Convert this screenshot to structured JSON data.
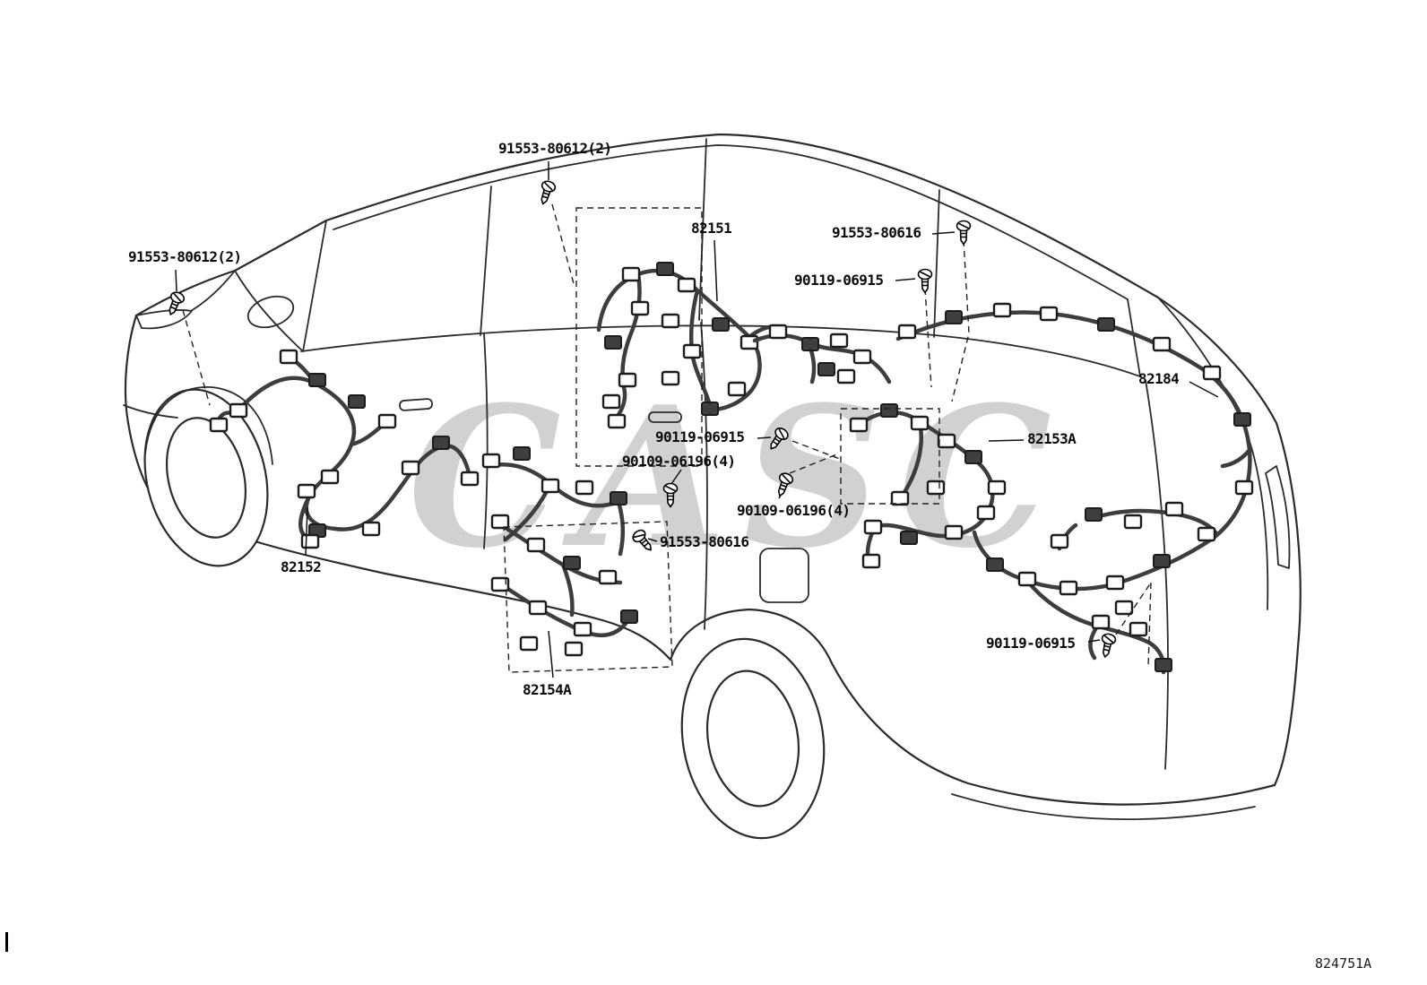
{
  "page": {
    "doc_number": "824751A",
    "watermark_text": "CASC"
  },
  "part_labels": [
    {
      "text": "91553-80612(2)"
    },
    {
      "text": "91553-80612(2)"
    },
    {
      "text": "82151"
    },
    {
      "text": "91553-80616"
    },
    {
      "text": "90119-06915"
    },
    {
      "text": "82184"
    },
    {
      "text": "90119-06915"
    },
    {
      "text": "82153A"
    },
    {
      "text": "90109-06196(4)"
    },
    {
      "text": "90109-06196(4)"
    },
    {
      "text": "91553-80616"
    },
    {
      "text": "82152"
    },
    {
      "text": "82154A"
    },
    {
      "text": "90119-06915"
    }
  ]
}
